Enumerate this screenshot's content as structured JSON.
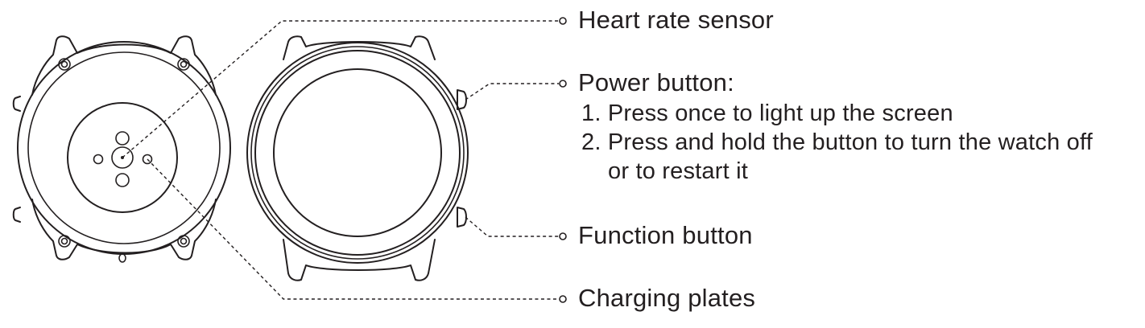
{
  "labels": {
    "heart_rate_sensor": "Heart rate sensor",
    "power_button": {
      "title": "Power button:",
      "steps": [
        "1. Press once to light up the screen",
        "2. Press and hold the button to turn the watch off",
        "or to restart it"
      ]
    },
    "function_button": "Function button",
    "charging_plates": "Charging plates"
  },
  "colors": {
    "ink": "#231f20",
    "background": "#ffffff"
  }
}
